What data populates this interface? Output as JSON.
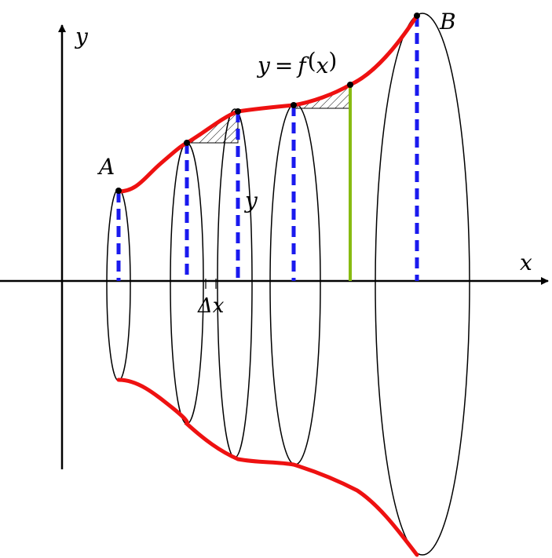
{
  "diagram": {
    "axes": {
      "x_label": "x",
      "y_label": "y"
    },
    "points": {
      "start": "A",
      "end": "B"
    },
    "curve_label": {
      "lhs": "y",
      "eq": "=",
      "func": "f",
      "paren_open": "(",
      "var": "x",
      "paren_close": ")"
    },
    "slice_labels": {
      "width": "Δx",
      "radius": "y"
    },
    "colors": {
      "curve": "#ee1111",
      "radius_dashes": "#1a1aee",
      "cut_line": "#88bb11",
      "outline": "#000000",
      "background": "#ffffff"
    }
  }
}
